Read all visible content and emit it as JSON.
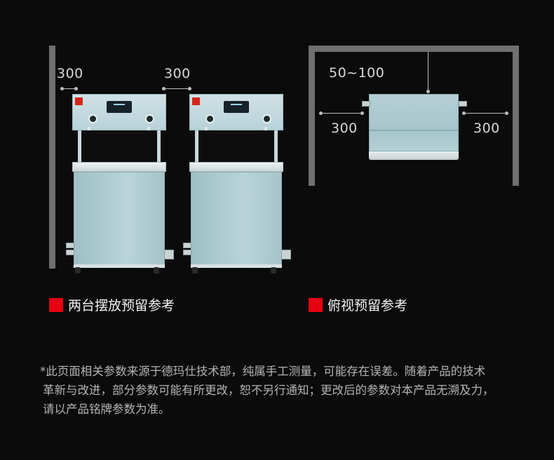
{
  "left_diagram": {
    "dim_left": "300",
    "dim_between": "300",
    "caption": "两台摆放预留参考"
  },
  "right_diagram": {
    "dim_back": "50~100",
    "dim_left": "300",
    "dim_right": "300",
    "caption": "俯视预留参考"
  },
  "colors": {
    "accent": "#e60012",
    "wall": "#6f6f6f",
    "background": "#0b0b0b",
    "machine_body": "#a9c8cc"
  },
  "disclaimer": {
    "line1": "*此页面相关参数来源于德玛仕技术部，纯属手工测量，可能存在误差。随着产品的技术",
    "line2": "革新与改进，部分参数可能有所更改，恕不另行通知；更改后的参数对本产品无溯及力，",
    "line3": "请以产品铭牌参数为准。"
  }
}
